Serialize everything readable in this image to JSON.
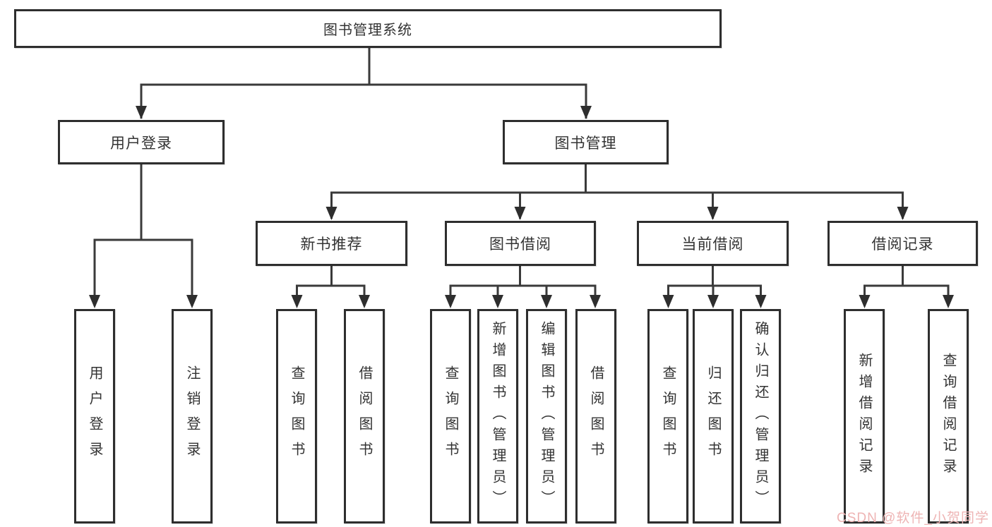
{
  "tree": {
    "label": "图书管理系统",
    "children": [
      {
        "label": "用户登录",
        "children": [
          {
            "label": "用户登录"
          },
          {
            "label": "注销登录"
          }
        ]
      },
      {
        "label": "图书管理",
        "children": [
          {
            "label": "新书推荐",
            "children": [
              {
                "label": "查询图书"
              },
              {
                "label": "借阅图书"
              }
            ]
          },
          {
            "label": "图书借阅",
            "children": [
              {
                "label": "查询图书"
              },
              {
                "label": "新增图书（管理员）"
              },
              {
                "label": "编辑图书（管理员）"
              },
              {
                "label": "借阅图书"
              }
            ]
          },
          {
            "label": "当前借阅",
            "children": [
              {
                "label": "查询图书"
              },
              {
                "label": "归还图书"
              },
              {
                "label": "确认归还（管理员）"
              }
            ]
          },
          {
            "label": "借阅记录",
            "children": [
              {
                "label": "新增借阅记录"
              },
              {
                "label": "查询借阅记录"
              }
            ]
          }
        ]
      }
    ]
  },
  "watermark": {
    "text": "CSDN @软件_小贺同学"
  },
  "colors": {
    "line": "#3a3a3a",
    "box_border": "#2e2e2e",
    "text": "#333333",
    "watermark": "#eeb4b4",
    "background": "#ffffff"
  }
}
